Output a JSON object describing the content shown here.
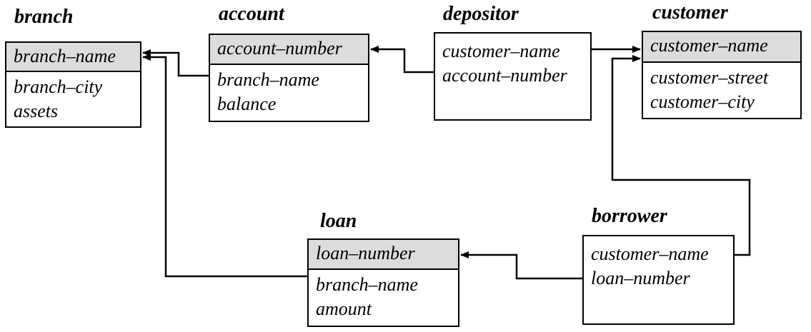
{
  "tables": {
    "branch": {
      "title": "branch",
      "primary_key": "branch–name",
      "attributes": [
        "branch–city",
        "assets"
      ]
    },
    "account": {
      "title": "account",
      "primary_key": "account–number",
      "attributes": [
        "branch–name",
        "balance"
      ]
    },
    "depositor": {
      "title": "depositor",
      "attributes": [
        "customer–name",
        "account–number"
      ]
    },
    "customer": {
      "title": "customer",
      "primary_key": "customer–name",
      "attributes": [
        "customer–street",
        "customer–city"
      ]
    },
    "loan": {
      "title": "loan",
      "primary_key": "loan–number",
      "attributes": [
        "branch–name",
        "amount"
      ]
    },
    "borrower": {
      "title": "borrower",
      "attributes": [
        "customer–name",
        "loan–number"
      ]
    }
  },
  "relationships": [
    {
      "from": "account.branch–name",
      "to": "branch.branch–name"
    },
    {
      "from": "loan.branch–name",
      "to": "branch.branch–name"
    },
    {
      "from": "depositor.account–number",
      "to": "account.account–number"
    },
    {
      "from": "depositor.customer–name",
      "to": "customer.customer–name"
    },
    {
      "from": "borrower.customer–name",
      "to": "customer.customer–name"
    },
    {
      "from": "borrower.loan–number",
      "to": "loan.loan–number"
    }
  ],
  "colors": {
    "primary_key_fill": "#dcdcdc",
    "line": "#000000",
    "background": "#ffffff"
  }
}
